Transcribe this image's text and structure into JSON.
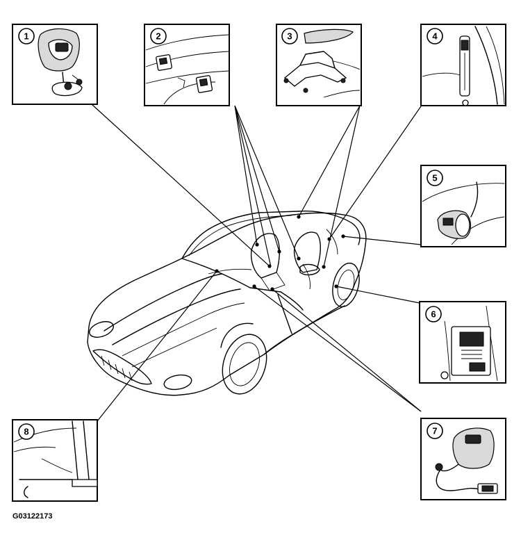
{
  "figure_code": "G03122173",
  "callouts": [
    {
      "number": "1"
    },
    {
      "number": "2"
    },
    {
      "number": "3"
    },
    {
      "number": "4"
    },
    {
      "number": "5"
    },
    {
      "number": "6"
    },
    {
      "number": "7"
    },
    {
      "number": "8"
    }
  ]
}
